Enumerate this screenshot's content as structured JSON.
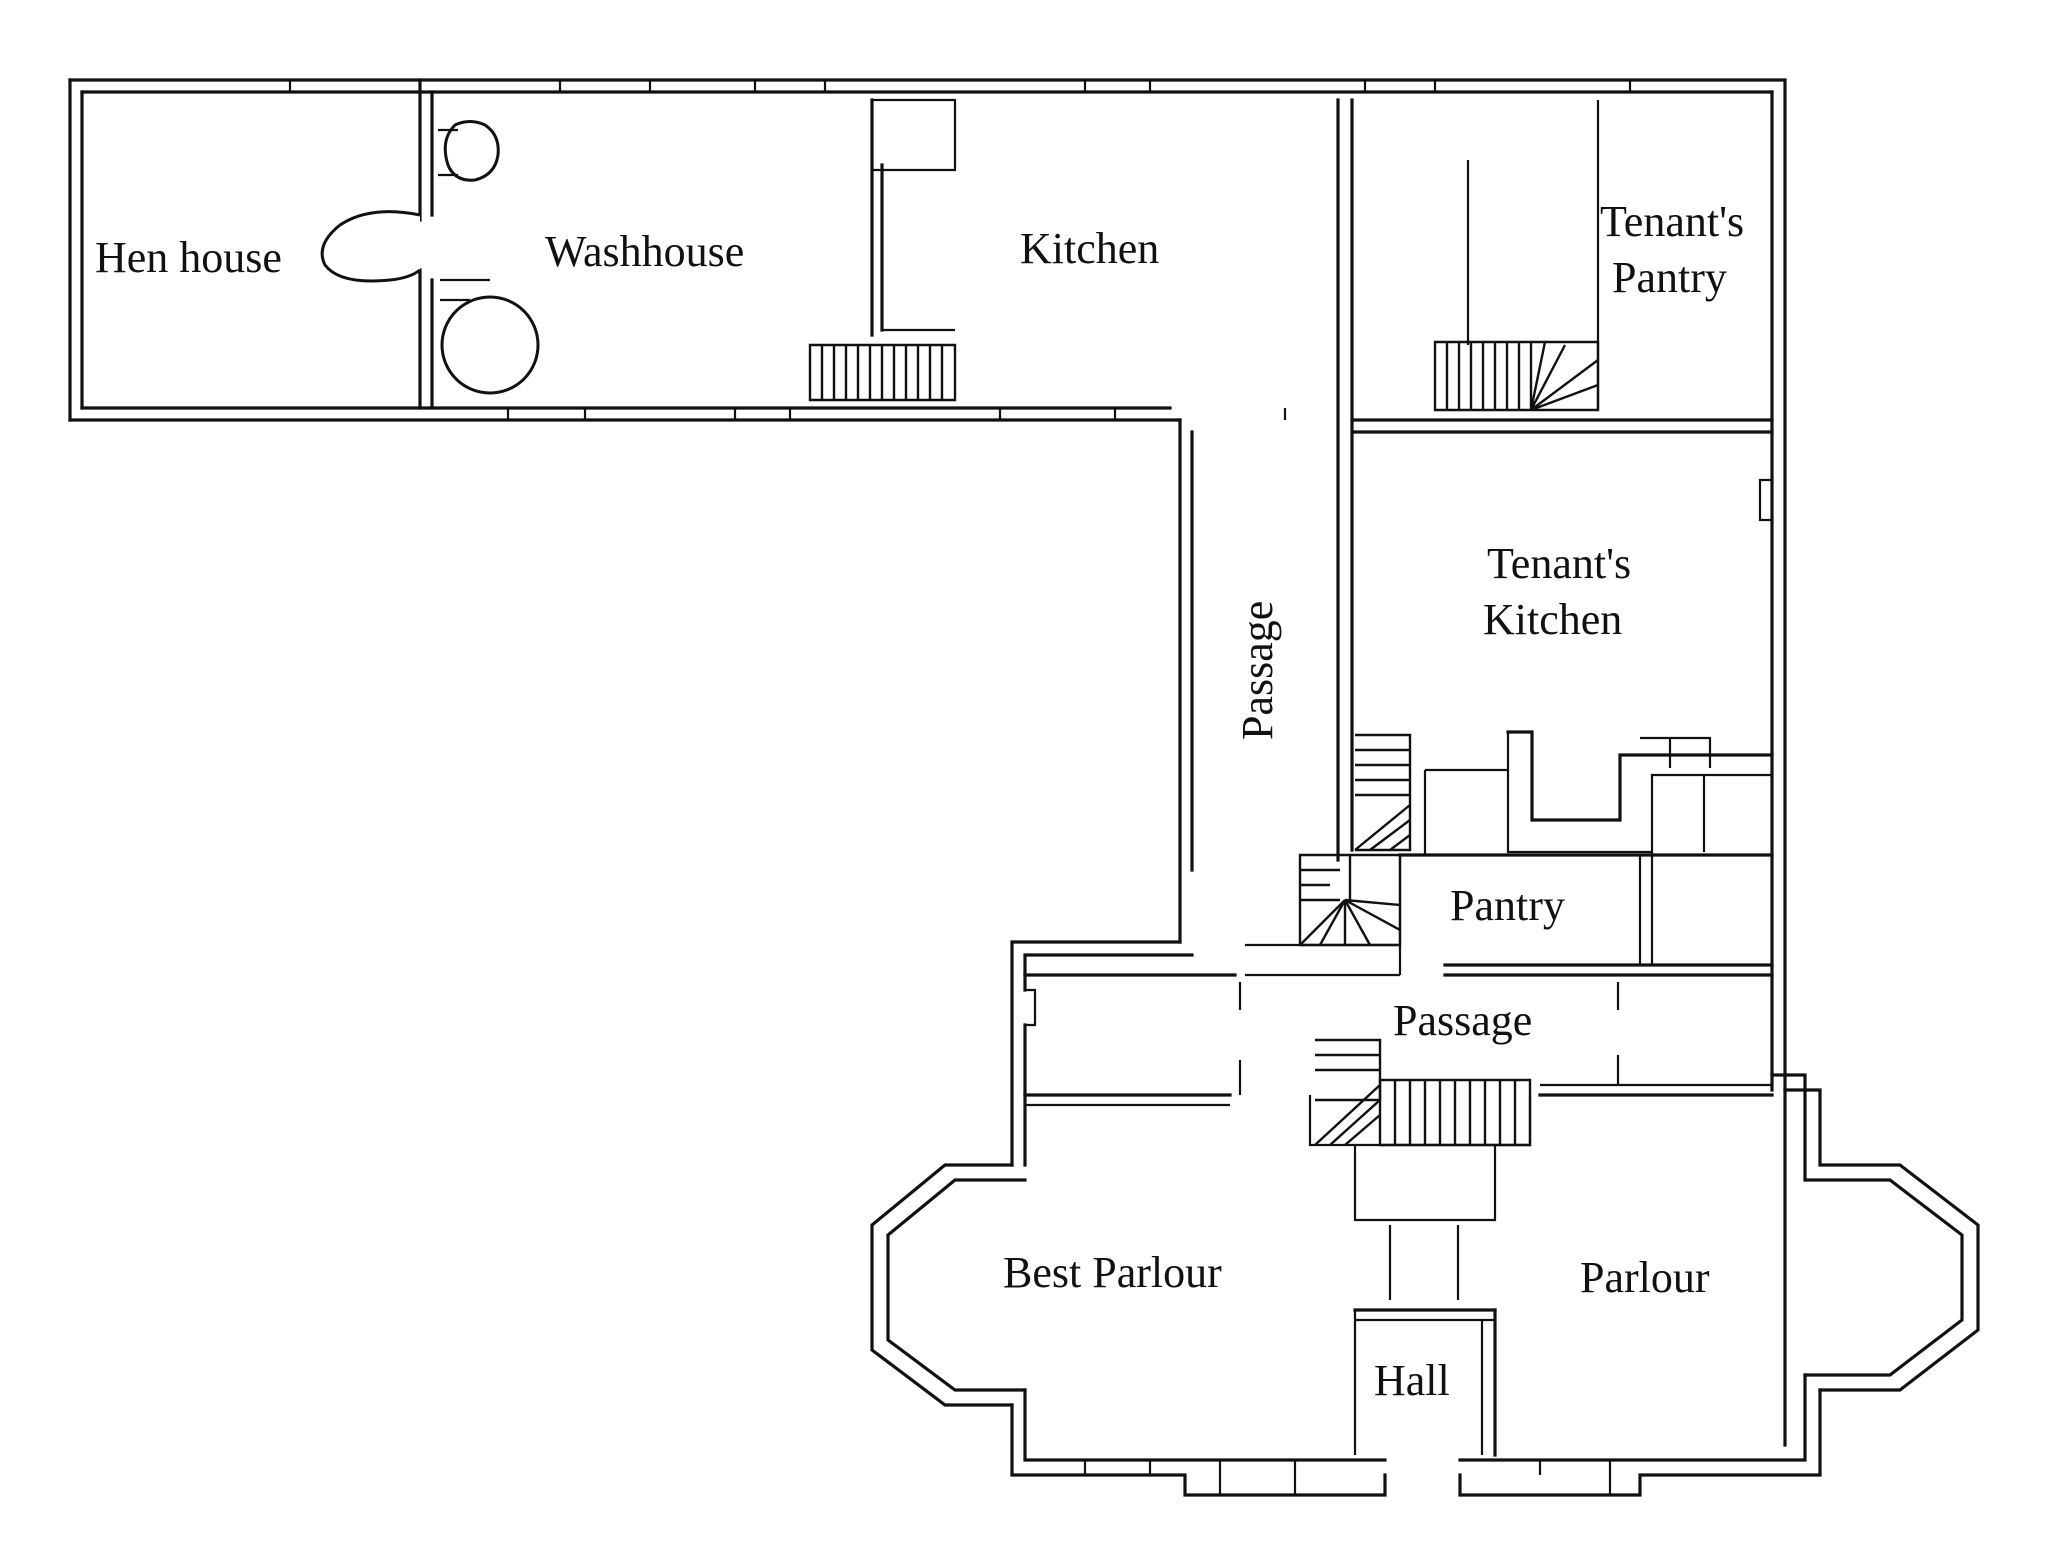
{
  "rooms": {
    "hen_house": "Hen house",
    "washhouse": "Washhouse",
    "kitchen": "Kitchen",
    "tenants_pantry_line1": "Tenant's",
    "tenants_pantry_line2": "Pantry",
    "passage_vertical": "Passage",
    "tenants_kitchen_line1": "Tenant's",
    "tenants_kitchen_line2": "Kitchen",
    "pantry": "Pantry",
    "passage_horizontal": "Passage",
    "best_parlour": "Best Parlour",
    "parlour": "Parlour",
    "hall": "Hall"
  }
}
